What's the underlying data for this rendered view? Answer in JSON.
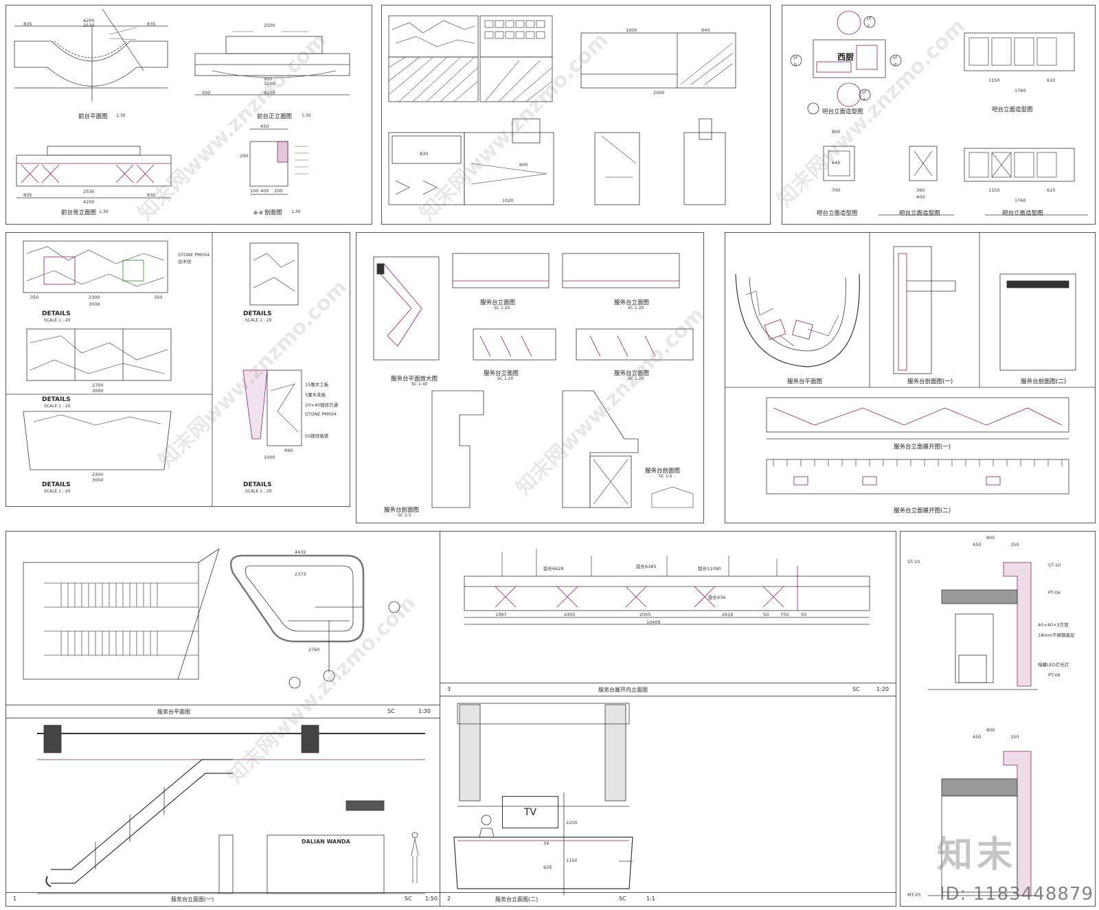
{
  "panels": {
    "p1": {
      "captions": [
        "前台平面图",
        "前台正立面图",
        "前台背立面图",
        "a-a 剖面图"
      ],
      "scales": [
        "1:30",
        "1:30",
        "1:30",
        "1:30"
      ],
      "dims_top": [
        "835",
        "4200",
        "2530",
        "835"
      ],
      "dims_front": [
        "2500",
        "3200",
        "4200",
        "900",
        "500"
      ],
      "dims_back": [
        "2530",
        "835",
        "4200",
        "835"
      ],
      "dims_side": [
        "450",
        "290",
        "400",
        "200",
        "100"
      ]
    },
    "p2": {
      "dims": [
        "1000",
        "940",
        "2000",
        "1020",
        "830",
        "600"
      ]
    },
    "p3": {
      "room_label": "西厨",
      "tags": [
        "1F",
        "c",
        "1F",
        "b",
        "1F",
        "d",
        "1F",
        "a"
      ],
      "captions": [
        "吧台立面造型图",
        "吧台立面造型图",
        "吧台立面造型图",
        "吧台立面造型图",
        "吧台立面造型图"
      ],
      "dims": [
        "1150",
        "610",
        "1760",
        "800",
        "640",
        "700",
        "360",
        "400",
        "1150",
        "610",
        "1760"
      ]
    },
    "p4": {
      "details": [
        "DETAILS",
        "DETAILS",
        "DETAILS",
        "DETAILS",
        "DETAILS"
      ],
      "scale": "SCALE 1 : 20",
      "dims": [
        "350",
        "2300",
        "350",
        "3000",
        "2700",
        "3000",
        "2300",
        "3000",
        "1000",
        "690"
      ],
      "labels": [
        "STONE PM004",
        "古木纹",
        "15厘木工板",
        "5厘木夹板",
        "20×40镀锌方通",
        "STONE PM004",
        "50镀锌角铁"
      ]
    },
    "p5": {
      "captions": [
        "服务台平面放大图",
        "服务台立面图",
        "服务台立面图",
        "服务台立面图",
        "服务台立面图",
        "服务台剖面图",
        "服务台剖面图"
      ],
      "scales": [
        "SC 1:40",
        "SC 1:20",
        "SC 1:20",
        "SC 1:20",
        "SC 1:20",
        "SC 1:5",
        "SC 1:5"
      ]
    },
    "p6": {
      "captions": [
        "服务台平面图",
        "服务台剖面图(一)",
        "服务台剖面图(二)",
        "服务台立面展开图(一)",
        "服务台立面展开图(二)"
      ]
    },
    "p7": {
      "caption": "服务台平面图",
      "sc": "SC",
      "scale": "1:30",
      "dims": [
        "4432",
        "2373",
        "2760"
      ]
    },
    "p8": {
      "caption": "服务台展开内立面图",
      "number": "3",
      "sc": "SC",
      "scale": "1:20",
      "dims": [
        "1997",
        "2455",
        "2055",
        "2616",
        "50",
        "750",
        "50",
        "10409",
        "弧长6385",
        "弧长11090",
        "弧长6628",
        "弧长436"
      ]
    },
    "p9": {
      "dims_top": [
        "800",
        "450",
        "350"
      ],
      "dims_bottom": [
        "800",
        "450",
        "350"
      ],
      "labels": [
        "ST-10",
        "ST-10",
        "PT-06",
        "PT-06",
        "40×40×3方管",
        "18mm不锈钢基层",
        "暗藏LED灯光灯",
        "MT-05"
      ]
    },
    "p10": {
      "caption": "服务台立面图(一)",
      "number": "1",
      "sc": "SC",
      "scale": "1:50",
      "sign": "DALIAN WANDA"
    },
    "p11": {
      "caption": "服务台立面图(二)",
      "number": "2",
      "sc": "SC",
      "scale": "1:1",
      "tv": "TV",
      "dims": [
        "2200",
        "1150",
        "935",
        "34"
      ]
    }
  },
  "watermarks": [
    "知末网www.znzmo.com",
    "知末网www.znzmo.com",
    "知末网www.znzmo.com",
    "知末网www.znzmo.com",
    "知末网www.znzmo.com",
    "知末网www.znzmo.com"
  ],
  "brand": {
    "logo": "知末",
    "id": "ID: 1183448879"
  },
  "colors": {
    "line": "#333333",
    "accent": "#8b1a6b",
    "hatch": "#777777"
  }
}
